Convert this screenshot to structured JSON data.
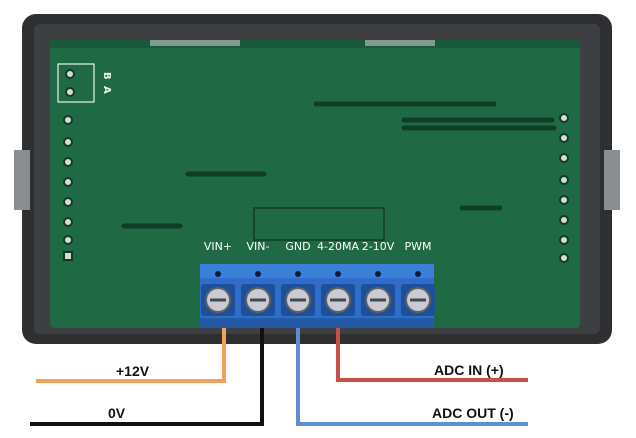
{
  "board": {
    "silk_a": "A",
    "silk_b": "B",
    "colors": {
      "case": "#2e2f31",
      "pcb": "#1f6a45",
      "pcb_dark": "#185a39",
      "terminal": "#2e6ec8",
      "screw": "#c9ccd2"
    }
  },
  "terminals": [
    {
      "label": "VIN+"
    },
    {
      "label": "VIN-"
    },
    {
      "label": "GND"
    },
    {
      "label": "4-20MA"
    },
    {
      "label": "2-10V"
    },
    {
      "label": "PWM"
    }
  ],
  "wires": [
    {
      "label": "+12V",
      "color": "#f2a25a"
    },
    {
      "label": "0V",
      "color": "#111111"
    },
    {
      "label": "ADC IN (+)",
      "color": "#c8504a"
    },
    {
      "label": "ADC OUT (-)",
      "color": "#5b8fd0"
    }
  ]
}
